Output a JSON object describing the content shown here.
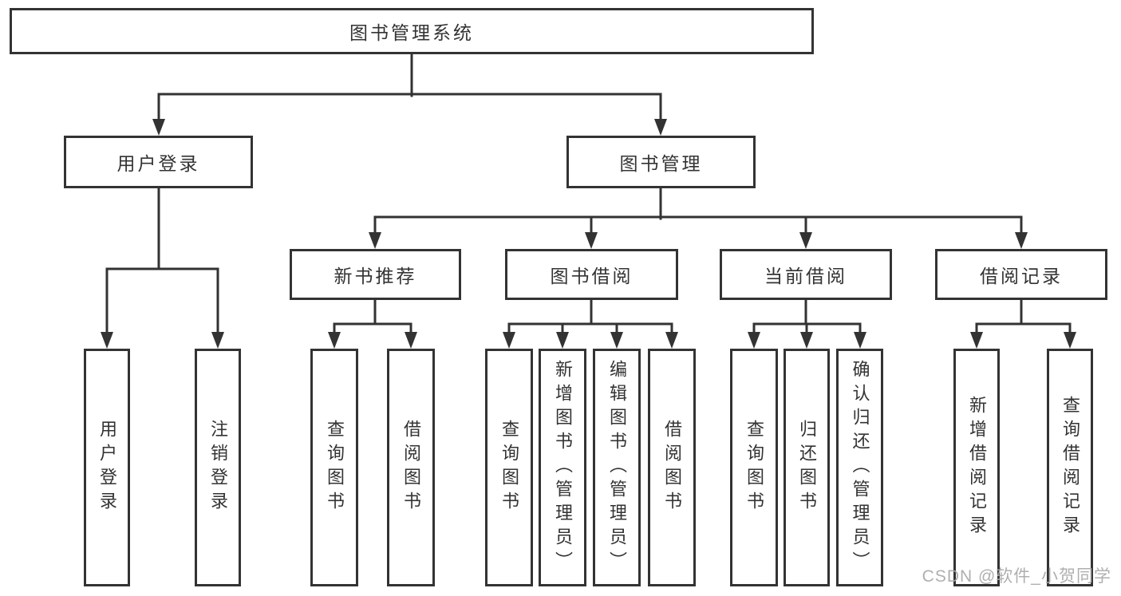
{
  "tree": {
    "root": {
      "label": "图书管理系统"
    },
    "branches": [
      {
        "label": "用户登录",
        "children": [
          {
            "label": "用户登录"
          },
          {
            "label": "注销登录"
          }
        ]
      },
      {
        "label": "图书管理",
        "children": [
          {
            "label": "新书推荐",
            "children": [
              {
                "label": "查询图书"
              },
              {
                "label": "借阅图书"
              }
            ]
          },
          {
            "label": "图书借阅",
            "children": [
              {
                "label": "查询图书"
              },
              {
                "label": "新增图书（管理员）"
              },
              {
                "label": "编辑图书（管理员）"
              },
              {
                "label": "借阅图书"
              }
            ]
          },
          {
            "label": "当前借阅",
            "children": [
              {
                "label": "查询图书"
              },
              {
                "label": "归还图书"
              },
              {
                "label": "确认归还（管理员）"
              }
            ]
          },
          {
            "label": "借阅记录",
            "children": [
              {
                "label": "新增借阅记录"
              },
              {
                "label": "查询借阅记录"
              }
            ]
          }
        ]
      }
    ]
  },
  "watermark": {
    "text": "CSDN @软件_小贺同学"
  },
  "colors": {
    "line": "#333333",
    "arrow": "#333333",
    "border": "#333333",
    "text": "#333333",
    "background": "#ffffff",
    "watermark": "#a8a8a8"
  }
}
